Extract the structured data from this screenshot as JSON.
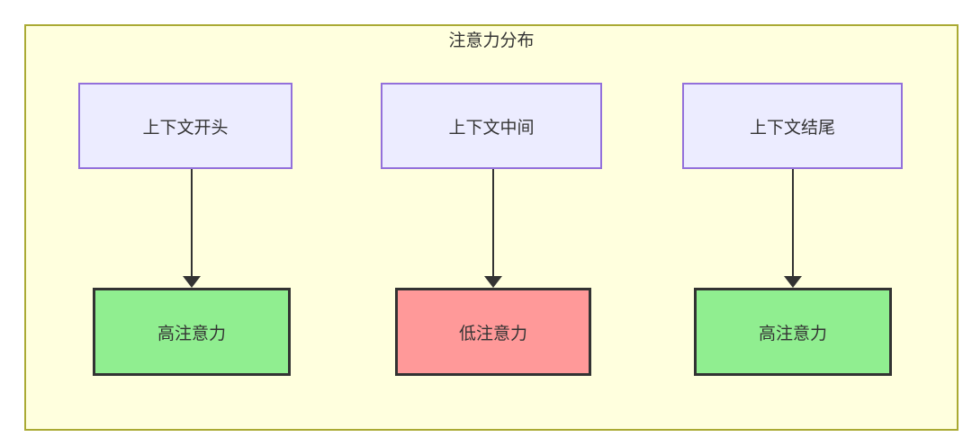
{
  "diagram": {
    "title": "注意力分布",
    "columns": [
      {
        "source": "上下文开头",
        "target": "高注意力",
        "attention_level": "high"
      },
      {
        "source": "上下文中间",
        "target": "低注意力",
        "attention_level": "low"
      },
      {
        "source": "上下文结尾",
        "target": "高注意力",
        "attention_level": "high"
      }
    ],
    "colors": {
      "container_bg": "#FFFFDE",
      "container_border": "#AAAA33",
      "source_bg": "#ECECFF",
      "source_border": "#9370DB",
      "high_bg": "#90EE90",
      "low_bg": "#FF9999",
      "target_border": "#333333",
      "arrow": "#333333",
      "text": "#333333"
    }
  }
}
